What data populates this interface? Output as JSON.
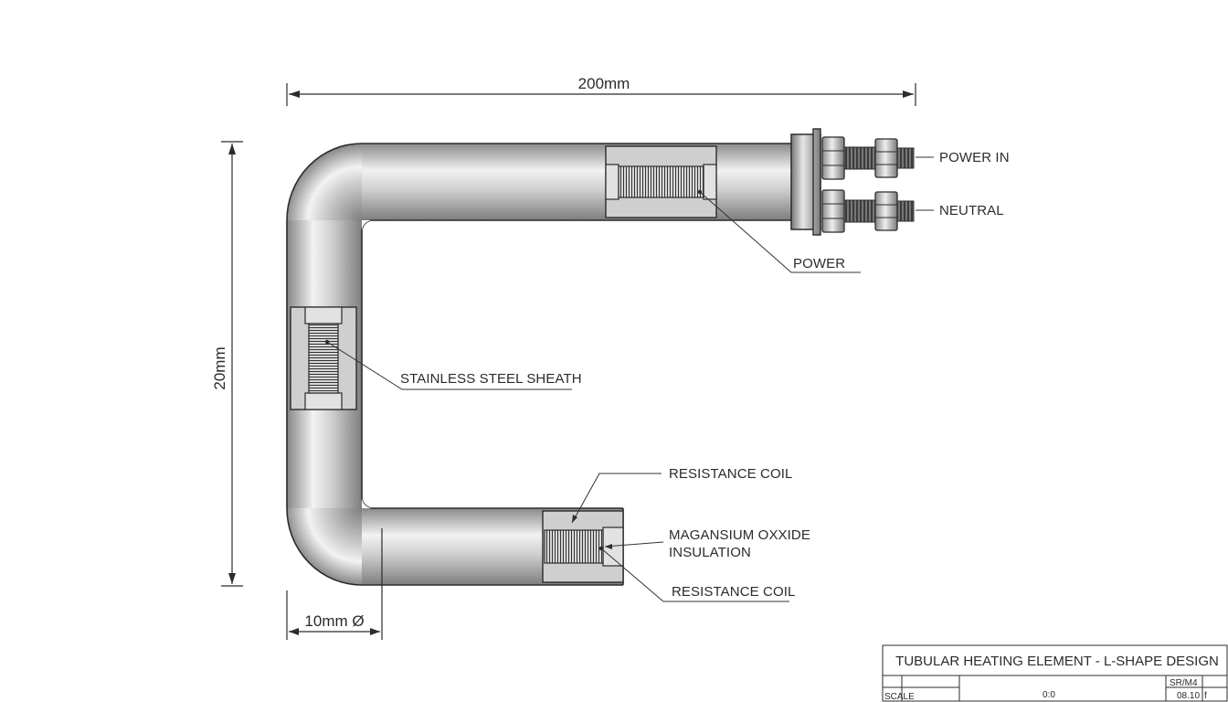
{
  "dimensions": {
    "length": "200mm",
    "height": "20mm",
    "diameter": "10mm Ø"
  },
  "labels": {
    "power_in": "POWER IN",
    "neutral": "NEUTRAL",
    "power": "POWER",
    "sheath": "STAINLESS STEEL SHEATH",
    "resistance_coil_top": "RESISTANCE COIL",
    "insulation_line1": "MAGANSIUM OXXIDE",
    "insulation_line2": "INSULATION",
    "resistance_coil_bottom": "RESISTANCE COIL"
  },
  "title_block": {
    "title": "TUBULAR HEATING ELEMENT - L-SHAPE DESIGN",
    "scale_label": "SCALE",
    "scale_value": "0:0",
    "code_top": "SR/M4",
    "code_bottom": "08.10",
    "code_mark": "f"
  },
  "colors": {
    "line": "#2b2b2b",
    "tube_dark": "#8e8e8e",
    "tube_light": "#f4f4f4"
  }
}
